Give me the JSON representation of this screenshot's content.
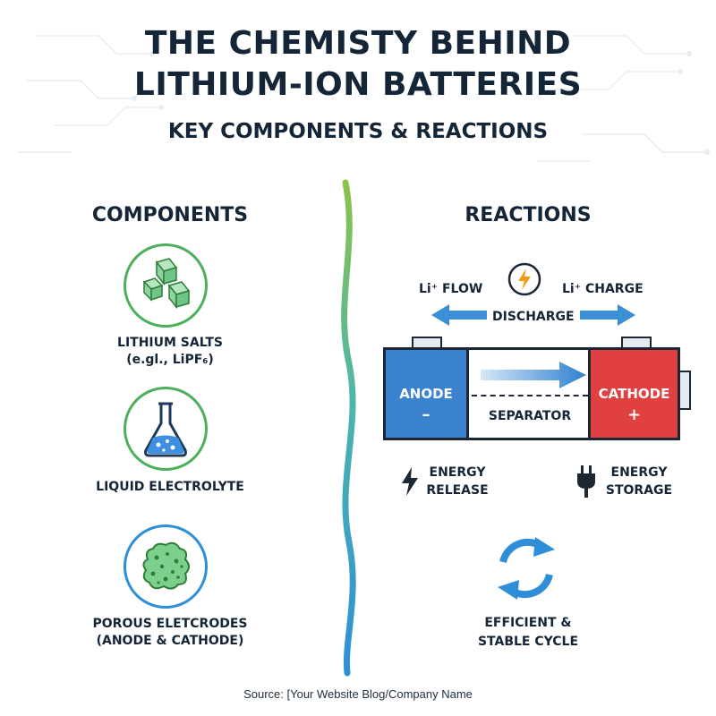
{
  "title": {
    "line1": "THE CHEMISTY BEHIND",
    "line2": "LITHIUM-ION BATTERIES",
    "subtitle": "KEY COMPONENTS & REACTIONS"
  },
  "components": {
    "heading": "COMPONENTS",
    "items": [
      {
        "label_line1": "LITHIUM SALTS",
        "label_line2": "(e.gl., LiPF₆)",
        "icon": "crystal-cubes-icon",
        "ring_color": "#4caf5a"
      },
      {
        "label_line1": "LIQUID ELECTROLYTE",
        "icon": "flask-icon",
        "ring_color": "#4caf5a"
      },
      {
        "label_line1": "POROUS ELETCRODES",
        "label_line2": "(ANODE & CATHODE)",
        "icon": "porous-electrode-icon",
        "ring_color": "#2e8fd8"
      }
    ]
  },
  "reactions": {
    "heading": "REACTIONS",
    "li_flow": "Li⁺ FLOW",
    "li_charge": "Li⁺ CHARGE",
    "discharge": "DISCHARGE",
    "battery": {
      "anode_label": "ANODE",
      "anode_sign": "–",
      "cathode_label": "CATHODE",
      "cathode_sign": "+",
      "separator_label": "SEPARATOR",
      "anode_color": "#3b82cf",
      "cathode_color": "#e04040"
    },
    "energy_release": {
      "line1": "ENERGY",
      "line2": "RELEASE",
      "icon": "lightning-bolt-icon"
    },
    "energy_storage": {
      "line1": "ENERGY",
      "line2": "STORAGE",
      "icon": "plug-icon"
    },
    "cycle": {
      "line1": "EFFICIENT &",
      "line2": "STABLE CYCLE",
      "icon": "recycle-arrows-icon"
    }
  },
  "source": "Source: [Your Website Blog/Company Name"
}
